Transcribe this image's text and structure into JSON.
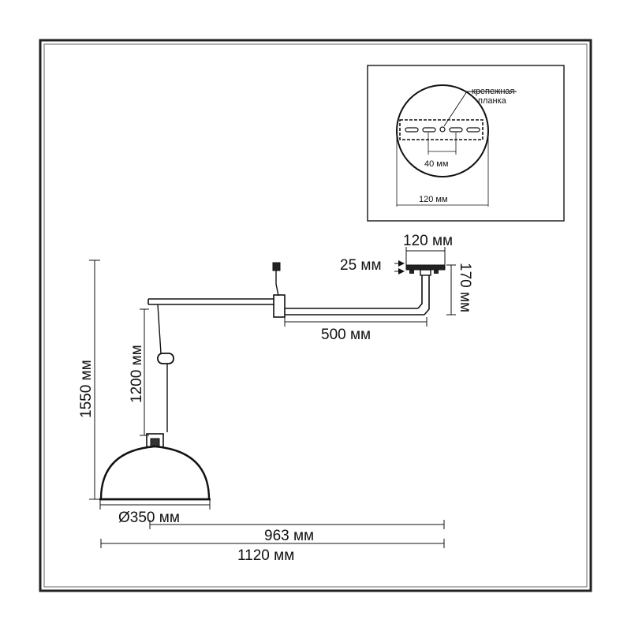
{
  "labels": {
    "inset_plate_label_line1": "крепежная",
    "inset_plate_label_line2": "планка",
    "inset_hole_spacing": "40 мм",
    "inset_plate_diameter": "120 мм",
    "top_plate_width": "120 мм",
    "plate_thickness": "25 мм",
    "mount_height": "170 мм",
    "arm_length": "500 мм",
    "cord_length": "1200 мм",
    "total_height": "1550 мм",
    "shade_diameter": "Ø350 мм",
    "reach_963": "963 мм",
    "total_width": "1120 мм"
  },
  "colors": {
    "line": "#111111",
    "frame": "#222222",
    "background": "#ffffff"
  }
}
